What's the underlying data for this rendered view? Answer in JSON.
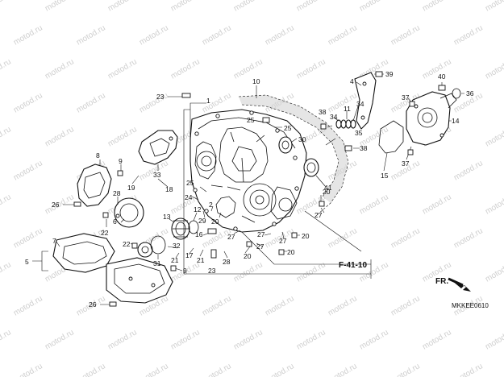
{
  "watermark": {
    "text": "motod.ru"
  },
  "diagram": {
    "reference": "F-41-10",
    "direction_label": "FR.",
    "drawing_code": "MKKEE0610"
  },
  "labels": [
    {
      "id": "l1",
      "text": "1"
    },
    {
      "id": "l2",
      "text": "2"
    },
    {
      "id": "l4",
      "text": "4"
    },
    {
      "id": "l5",
      "text": "5"
    },
    {
      "id": "l6",
      "text": "6"
    },
    {
      "id": "l7",
      "text": "7"
    },
    {
      "id": "l8",
      "text": "8"
    },
    {
      "id": "l9a",
      "text": "9"
    },
    {
      "id": "l9b",
      "text": "9"
    },
    {
      "id": "l10",
      "text": "10"
    },
    {
      "id": "l11",
      "text": "11"
    },
    {
      "id": "l12",
      "text": "12"
    },
    {
      "id": "l13",
      "text": "13"
    },
    {
      "id": "l14",
      "text": "14"
    },
    {
      "id": "l15",
      "text": "15"
    },
    {
      "id": "l16",
      "text": "16"
    },
    {
      "id": "l17",
      "text": "17"
    },
    {
      "id": "l18",
      "text": "18"
    },
    {
      "id": "l19",
      "text": "19"
    },
    {
      "id": "l20a",
      "text": "20"
    },
    {
      "id": "l20b",
      "text": "20"
    },
    {
      "id": "l20c",
      "text": "20"
    },
    {
      "id": "l20d",
      "text": "20"
    },
    {
      "id": "l20e",
      "text": "20"
    },
    {
      "id": "l21a",
      "text": "21"
    },
    {
      "id": "l21b",
      "text": "21"
    },
    {
      "id": "l22a",
      "text": "22"
    },
    {
      "id": "l22b",
      "text": "22"
    },
    {
      "id": "l23a",
      "text": "23"
    },
    {
      "id": "l23b",
      "text": "23"
    },
    {
      "id": "l24",
      "text": "24"
    },
    {
      "id": "l25a",
      "text": "25"
    },
    {
      "id": "l25b",
      "text": "25"
    },
    {
      "id": "l25c",
      "text": "25"
    },
    {
      "id": "l26a",
      "text": "26"
    },
    {
      "id": "l26b",
      "text": "26"
    },
    {
      "id": "l27a",
      "text": "27"
    },
    {
      "id": "l27b",
      "text": "27"
    },
    {
      "id": "l27c",
      "text": "27"
    },
    {
      "id": "l27d",
      "text": "27"
    },
    {
      "id": "l27e",
      "text": "27"
    },
    {
      "id": "l28a",
      "text": "28"
    },
    {
      "id": "l28b",
      "text": "28"
    },
    {
      "id": "l29",
      "text": "29"
    },
    {
      "id": "l30",
      "text": "30"
    },
    {
      "id": "l31",
      "text": "31"
    },
    {
      "id": "l32",
      "text": "32"
    },
    {
      "id": "l33",
      "text": "33"
    },
    {
      "id": "l34a",
      "text": "34"
    },
    {
      "id": "l34b",
      "text": "34"
    },
    {
      "id": "l35",
      "text": "35"
    },
    {
      "id": "l36",
      "text": "36"
    },
    {
      "id": "l37a",
      "text": "37"
    },
    {
      "id": "l37b",
      "text": "37"
    },
    {
      "id": "l38a",
      "text": "38"
    },
    {
      "id": "l38b",
      "text": "38"
    },
    {
      "id": "l39",
      "text": "39"
    },
    {
      "id": "l40",
      "text": "40"
    },
    {
      "id": "l41",
      "text": "41"
    }
  ]
}
